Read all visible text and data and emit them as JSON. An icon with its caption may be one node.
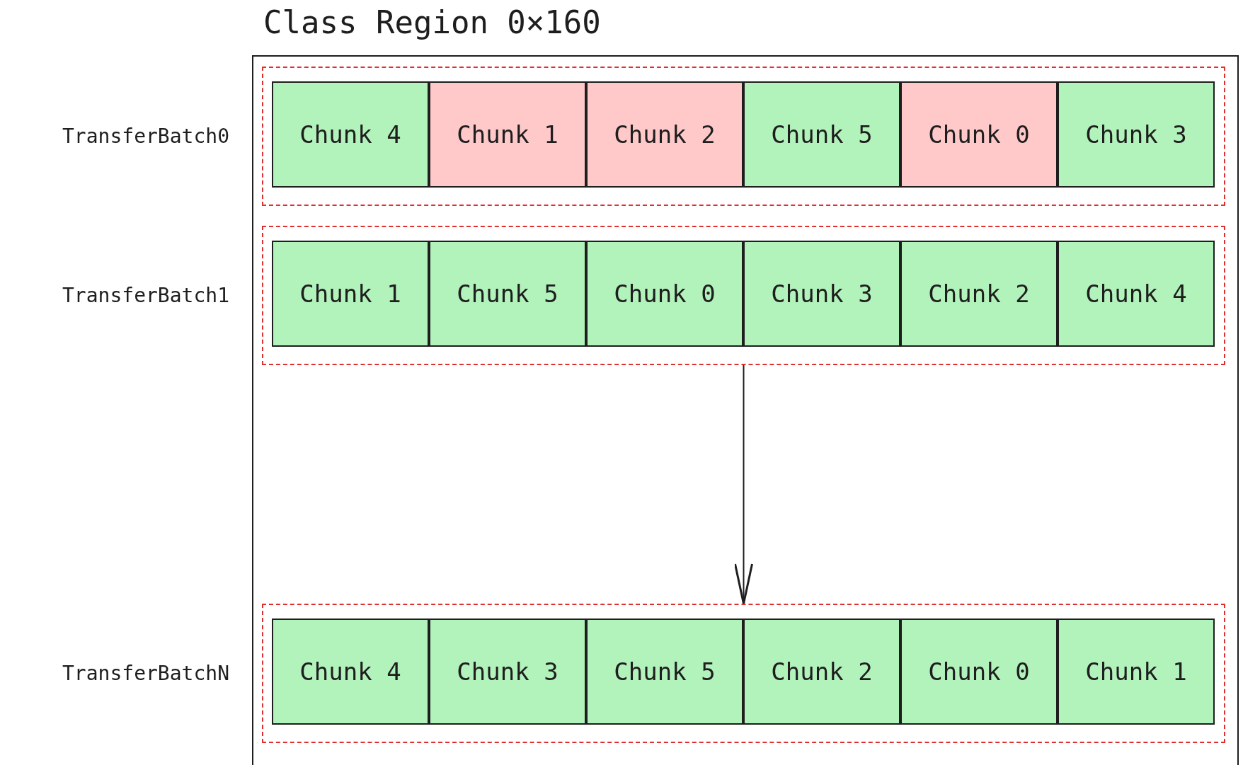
{
  "diagram": {
    "nodes": [
      {
        "text": [
          "Class Region 0×160"
        ]
      },
      {
        "text": [],
        "shape": "box",
        "in": 0,
        "beside": [
          "TransferBatch0"
        ]
      },
      {
        "text": [
          "Chunk 4"
        ],
        "in": 1
      },
      {
        "text": [
          "Chunk 1"
        ],
        "in": 1
      },
      {
        "text": [
          "Chunk 2"
        ],
        "in": 1
      },
      {
        "text": [
          "Chunk 5"
        ],
        "in": 1
      },
      {
        "text": [
          "Chunk 0"
        ],
        "in": 1
      },
      {
        "text": [
          "Chunk 3"
        ],
        "in": 1
      },
      {
        "text": [],
        "shape": "box",
        "in": 0,
        "beside": [
          "TransferBatch1"
        ]
      },
      {
        "text": [
          "Chunk 1"
        ],
        "in": 8
      },
      {
        "text": [
          "Chunk 5"
        ],
        "in": 8
      },
      {
        "text": [
          "Chunk 0"
        ],
        "in": 8
      },
      {
        "text": [
          "Chunk 3"
        ],
        "in": 8
      },
      {
        "text": [
          "Chunk 2"
        ],
        "in": 8
      },
      {
        "text": [
          "Chunk 4"
        ],
        "in": 8
      },
      {
        "text": [],
        "shape": "box",
        "in": 0,
        "beside": [
          "TransferBatchN"
        ]
      },
      {
        "text": [
          "Chunk 4"
        ],
        "in": 15
      },
      {
        "text": [
          "Chunk 3"
        ],
        "in": 15
      },
      {
        "text": [
          "Chunk 5"
        ],
        "in": 15
      },
      {
        "text": [
          "Chunk 2"
        ],
        "in": 15
      },
      {
        "text": [
          "Chunk 0"
        ],
        "in": 15
      },
      {
        "text": [
          "Chunk 1"
        ],
        "in": 15
      }
    ],
    "edges": [
      {
        "from": 8,
        "to": 15,
        "arrow": "to"
      }
    ]
  }
}
